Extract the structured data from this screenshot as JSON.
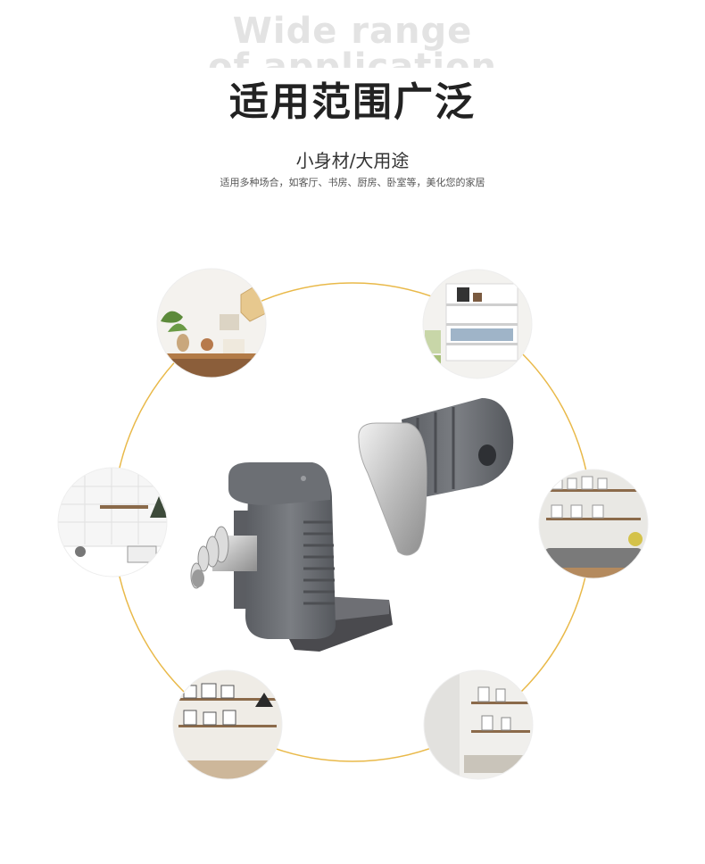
{
  "header": {
    "bg_line1": "Wide range",
    "bg_line2": "of application",
    "title": "适用范围广泛",
    "subtitle": "小身材/大用途",
    "description": "适用多种场合，如客厅、书房、厨房、卧室等，美化您的家居"
  },
  "colors": {
    "ring": "#e9b949",
    "connector_body": "#6b6e73",
    "metal": "#c9c9c9"
  },
  "scenes": [
    {
      "name": "living-room-shelf-scene"
    },
    {
      "name": "bookshelf-scene"
    },
    {
      "name": "kitchen-scene"
    },
    {
      "name": "living-room-wall-scene"
    },
    {
      "name": "photo-wall-scene"
    },
    {
      "name": "corner-shelf-scene"
    }
  ]
}
